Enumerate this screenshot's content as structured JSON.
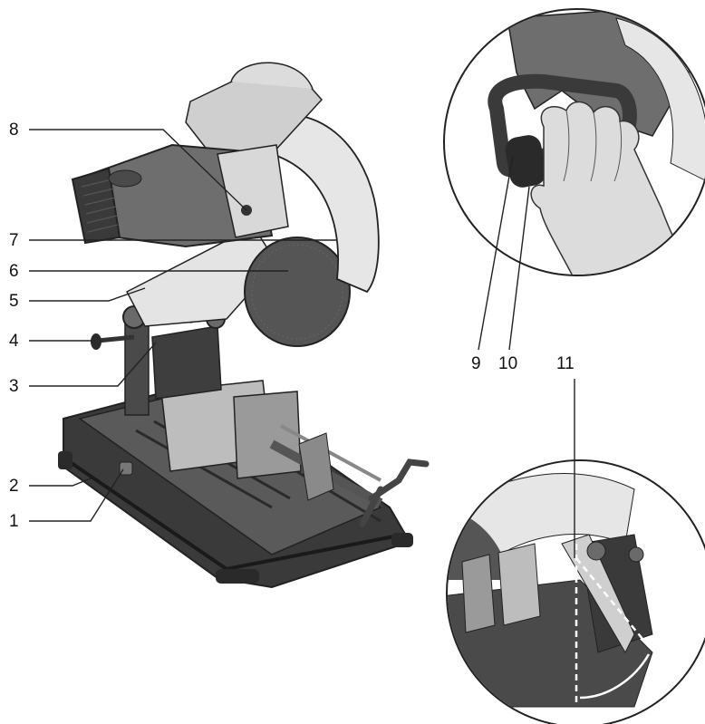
{
  "callouts": {
    "c1": "1",
    "c2": "2",
    "c3": "3",
    "c4": "4",
    "c5": "5",
    "c6": "6",
    "c7": "7",
    "c8": "8",
    "c9": "9",
    "c10": "10",
    "c11": "11"
  },
  "colors": {
    "line": "#222222",
    "dark_metal": "#4a4a4a",
    "base": "#3a3a3a",
    "guard": "#e6e6e6",
    "motor": "#6e6e6e",
    "wheel": "#555555",
    "skin": "#dcdcdc",
    "background": "#ffffff"
  }
}
